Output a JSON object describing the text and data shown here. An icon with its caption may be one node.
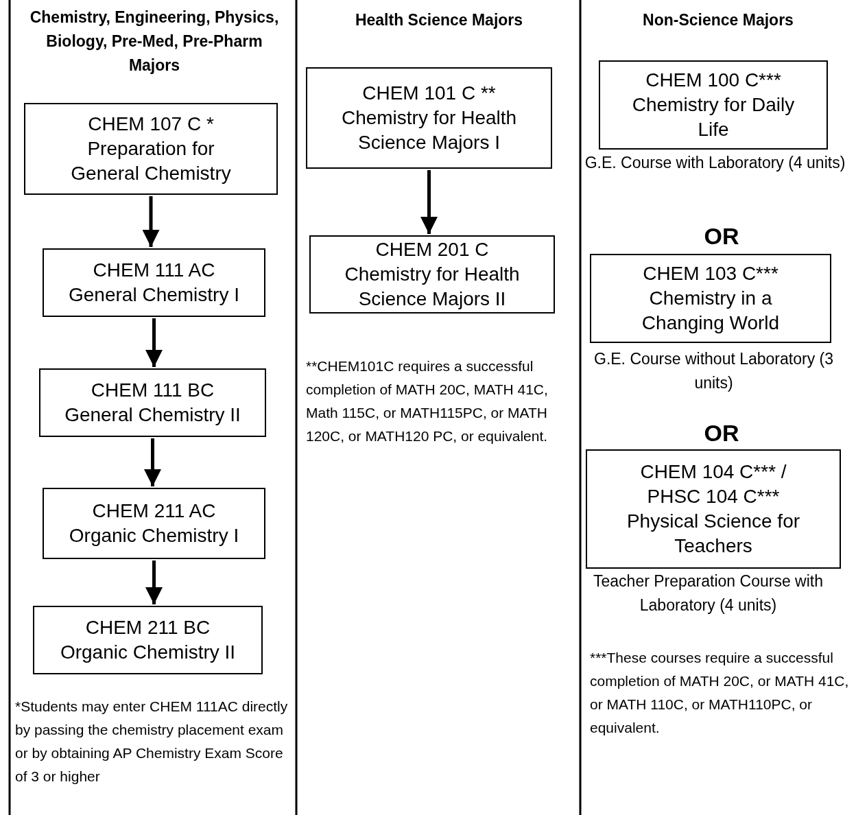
{
  "diagram": {
    "nodes": [
      {
        "text": [
          "CHEM 107 C *",
          "Preparation for General Chemistry"
        ]
      },
      {
        "text": [
          "CHEM 111 AC",
          "General Chemistry I"
        ]
      },
      {
        "text": [
          "CHEM 111 BC",
          "General Chemistry II"
        ]
      },
      {
        "text": [
          "CHEM 211 AC",
          "Organic Chemistry I"
        ]
      },
      {
        "text": [
          "CHEM 211 BC",
          "Organic Chemistry II"
        ]
      },
      {
        "text": [
          "CHEM 101 C **",
          "Chemistry for Health Science Majors I"
        ]
      },
      {
        "text": [
          "CHEM 201 C",
          "Chemistry for Health Science Majors II"
        ]
      },
      {
        "text": [
          "CHEM 100 C***",
          "Chemistry for Daily Life"
        ],
        "beside": [
          "G.E. Course with Laboratory (4 units)"
        ]
      },
      {
        "text": [
          "CHEM 103 C***",
          "Chemistry in a Changing World"
        ],
        "beside": [
          "G.E. Course without Laboratory (3 units)"
        ]
      },
      {
        "text": [
          "CHEM 104 C*** /",
          "PHSC 104 C***",
          "Physical Science for Teachers"
        ],
        "beside": [
          "Teacher Preparation Course with Laboratory (4 units)"
        ]
      }
    ],
    "edges": [
      {
        "from": 0,
        "to": 1,
        "arrow": "to"
      },
      {
        "from": 1,
        "to": 2,
        "arrow": "to"
      },
      {
        "from": 2,
        "to": 3,
        "arrow": "to"
      },
      {
        "from": 3,
        "to": 4,
        "arrow": "to"
      },
      {
        "from": 5,
        "to": 6,
        "arrow": "to"
      }
    ],
    "labels": [
      "Chemistry, Engineering, Physics, Biology, Pre-Med, Pre-Pharm Majors",
      "Health Science Majors",
      "Non-Science Majors",
      "OR",
      "OR",
      "*Students may enter CHEM 111AC directly by passing the chemistry placement exam or by obtaining AP Chemistry Exam Score of 3 or higher",
      "**CHEM101C requires a successful completion of MATH 20C, MATH 41C, Math 115C, or MATH115PC, or MATH 120C, or MATH120 PC, or equivalent.",
      "***These courses require a successful completion of MATH 20C, or MATH 41C, or MATH 110C, or MATH110PC, or equivalent."
    ]
  }
}
